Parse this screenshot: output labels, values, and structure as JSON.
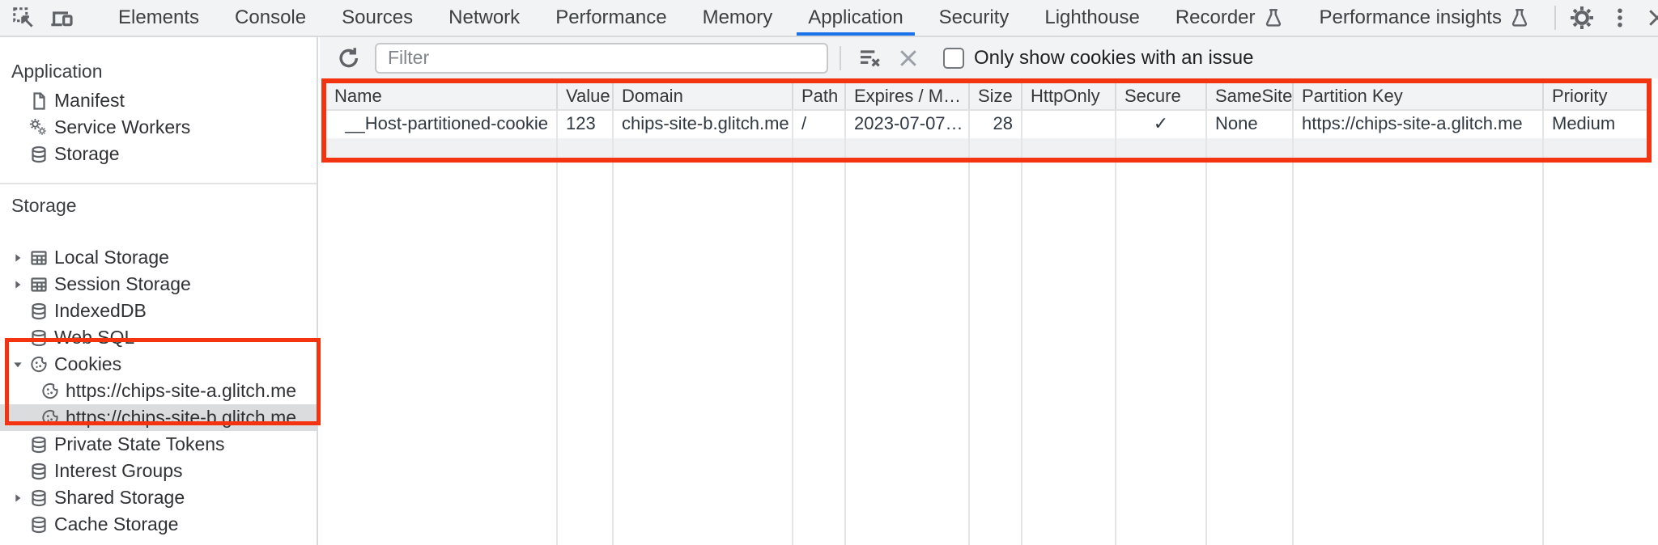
{
  "colors": {
    "highlight_red": "#f43310",
    "tab_accent_blue": "#1a73e8"
  },
  "tabbar": {
    "tabs": [
      "Elements",
      "Console",
      "Sources",
      "Network",
      "Performance",
      "Memory",
      "Application",
      "Security",
      "Lighthouse",
      "Recorder",
      "Performance insights"
    ],
    "selected_tab": "Application"
  },
  "sidebar": {
    "application_title": "Application",
    "application_items": [
      "Manifest",
      "Service Workers",
      "Storage"
    ],
    "storage_title": "Storage",
    "storage_items": [
      "Local Storage",
      "Session Storage",
      "IndexedDB",
      "Web SQL",
      "Cookies",
      "https://chips-site-a.glitch.me",
      "https://chips-site-b.glitch.me",
      "Private State Tokens",
      "Interest Groups",
      "Shared Storage",
      "Cache Storage"
    ],
    "selected_item": "https://chips-site-b.glitch.me"
  },
  "toolbar": {
    "filter_placeholder": "Filter",
    "only_issue_label": "Only show cookies with an issue",
    "checkbox_checked": false
  },
  "cookie_table": {
    "columns": [
      "Name",
      "Value",
      "Domain",
      "Path",
      "Expires / M…",
      "Size",
      "HttpOnly",
      "Secure",
      "SameSite",
      "Partition Key",
      "Priority"
    ],
    "rows": [
      [
        "__Host-partitioned-cookie",
        "123",
        "chips-site-b.glitch.me",
        "/",
        "2023-07-07…",
        "28",
        "",
        "✓",
        "None",
        "https://chips-site-a.glitch.me",
        "Medium"
      ]
    ]
  }
}
